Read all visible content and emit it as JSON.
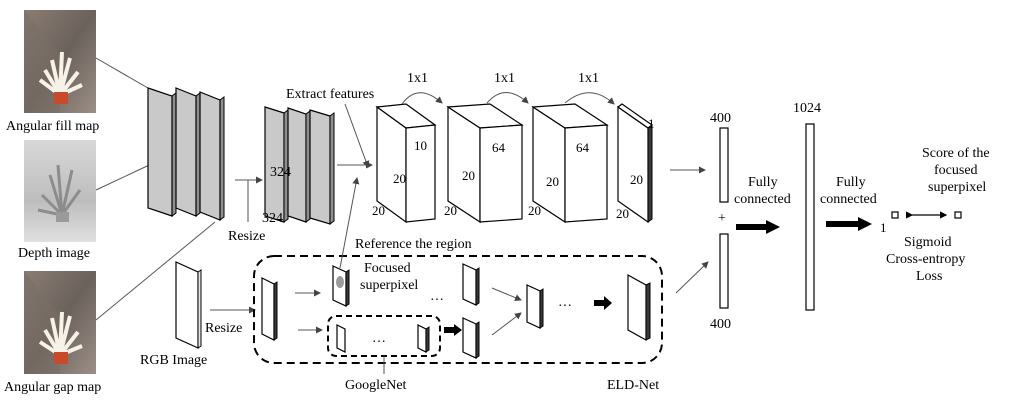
{
  "inputs": {
    "angular_fill_map": "Angular fill map",
    "depth_image": "Depth image",
    "angular_gap_map": "Angular gap map",
    "rgb_image": "RGB Image"
  },
  "labels": {
    "resize_top": "Resize",
    "resize_bottom": "Resize",
    "extract_features": "Extract features",
    "reference_region": "Reference the region",
    "focused_superpixel": "Focused superpixel",
    "googlenet": "GoogleNet",
    "eld_net": "ELD-Net",
    "ellipsis": "…",
    "plus": "+"
  },
  "dims": {
    "feat_324a": "324",
    "feat_324b": "324",
    "conv": [
      "1x1",
      "1x1",
      "1x1"
    ],
    "block1": {
      "depth": "10",
      "h": "20",
      "w": "20"
    },
    "block2": {
      "depth": "64",
      "h": "20",
      "w": "20"
    },
    "block3": {
      "depth": "64",
      "h": "20",
      "w": "20"
    },
    "block4": {
      "depth": "1",
      "h": "20",
      "w": "20"
    },
    "vec_top": "400",
    "vec_bottom": "400",
    "fc_size": "1024",
    "out_dim": "1"
  },
  "right": {
    "fully_connected_1": "Fully connected",
    "fully_connected_2": "Fully connected",
    "score": "Score of the focused superpixel",
    "loss": "Sigmoid Cross-entropy Loss"
  }
}
